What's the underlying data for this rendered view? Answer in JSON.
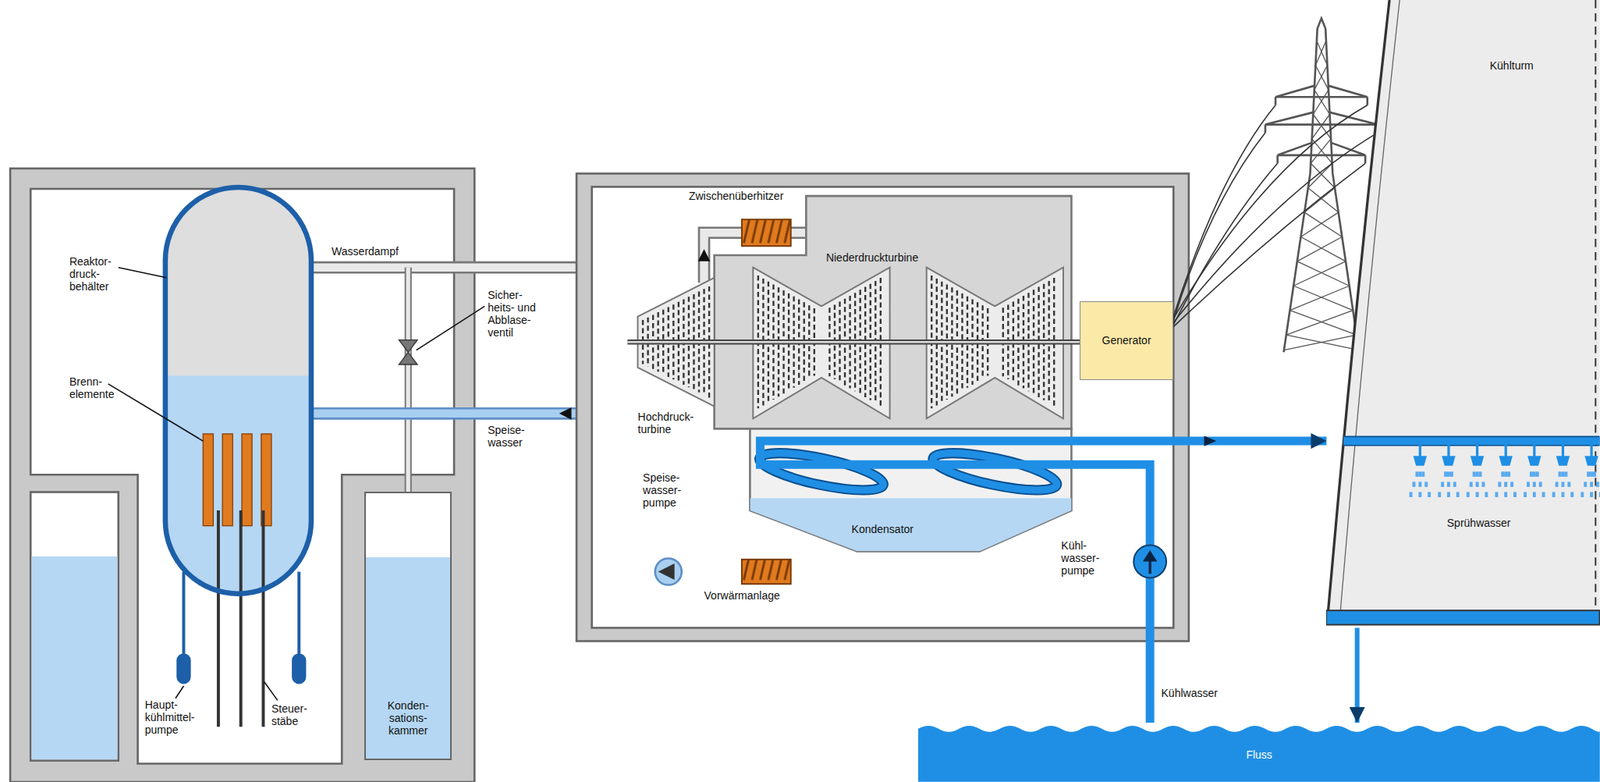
{
  "diagram": {
    "nodes": [
      {
        "text": [
          "Konden- sations- kammer"
        ]
      },
      {
        "text": [
          "Generator"
        ]
      },
      {
        "text": [
          "Kühlturm",
          "Sprühwasser"
        ]
      },
      {
        "text": [
          "Fluss"
        ]
      }
    ],
    "edges": [
      {
        "from": 3,
        "to": 2,
        "arrow": "to"
      },
      {
        "from": 2,
        "to": 3,
        "arrow": "to"
      }
    ],
    "labels": [
      "Reaktor- druck- behälter",
      "Brenn- elemente",
      "Haupt- kühlmittel- pumpe",
      "Steuer- stäbe",
      "Wasserdampf",
      "Sicher- heits- und Abblase- ventil",
      "Speise- wasser",
      "Zwischenüberhitzer",
      "Niederdruckturbine",
      "Hochdruck- turbine",
      "Speise- wasser- pumpe",
      "Vorwärmanlage",
      "Kondensator",
      "Kühl- wasser- pumpe",
      "Kühlwasser"
    ]
  }
}
